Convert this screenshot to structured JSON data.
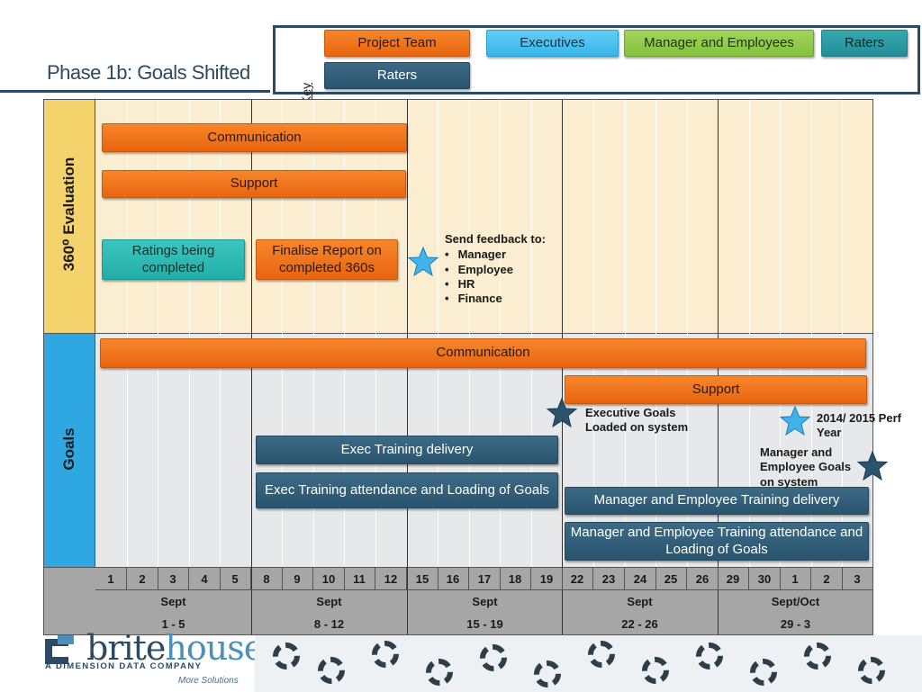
{
  "title": "Phase 1b: Goals Shifted",
  "key": {
    "label": "Key",
    "items": [
      "Project Team",
      "Executives",
      "Manager and Employees",
      "Raters",
      "Raters"
    ]
  },
  "sections": {
    "evaluation": "360⁰ Evaluation",
    "goals": "Goals"
  },
  "evaluation_bars": {
    "communication": "Communication",
    "support": "Support",
    "ratings": "Ratings being completed",
    "finalise": "Finalise Report on completed 360s"
  },
  "feedback_note": {
    "heading": "Send feedback to:",
    "items": [
      "Manager",
      "Employee",
      "HR",
      "Finance"
    ]
  },
  "goals_bars": {
    "communication": "Communication",
    "support": "Support",
    "exec_training": "Exec Training delivery",
    "exec_attendance": "Exec Training attendance and Loading of Goals",
    "mgr_training": "Manager and Employee Training delivery",
    "mgr_attendance": "Manager and Employee Training attendance and Loading of Goals"
  },
  "milestones": {
    "exec_goals": "Executive Goals Loaded on system",
    "perf_year": "2014/ 2015 Perf Year",
    "mgr_goals": "Manager and Employee Goals on system"
  },
  "axis": {
    "days": [
      "1",
      "2",
      "3",
      "4",
      "5",
      "8",
      "9",
      "10",
      "11",
      "12",
      "15",
      "16",
      "17",
      "18",
      "19",
      "22",
      "23",
      "24",
      "25",
      "26",
      "29",
      "30",
      "1",
      "2",
      "3"
    ],
    "weeks": [
      {
        "month": "Sept",
        "range": "1 - 5"
      },
      {
        "month": "Sept",
        "range": "8 - 12"
      },
      {
        "month": "Sept",
        "range": "15 - 19"
      },
      {
        "month": "Sept",
        "range": "22 - 26"
      },
      {
        "month": "Sept/Oct",
        "range": "29 - 3"
      }
    ]
  },
  "footer": {
    "logo_brand": "brite",
    "logo_brand_light": "house",
    "logo_sub": "A DIMENSION DATA COMPANY",
    "logo_tag": "More Solutions"
  },
  "colors": {
    "project_team": "#e8650f",
    "executives": "#38b6ea",
    "manager_employees": "#86c140",
    "raters_teal": "#248e98",
    "raters_navy": "#2a546e",
    "evaluation_band": "#f4d26c",
    "goals_band": "#2fa8e2"
  }
}
